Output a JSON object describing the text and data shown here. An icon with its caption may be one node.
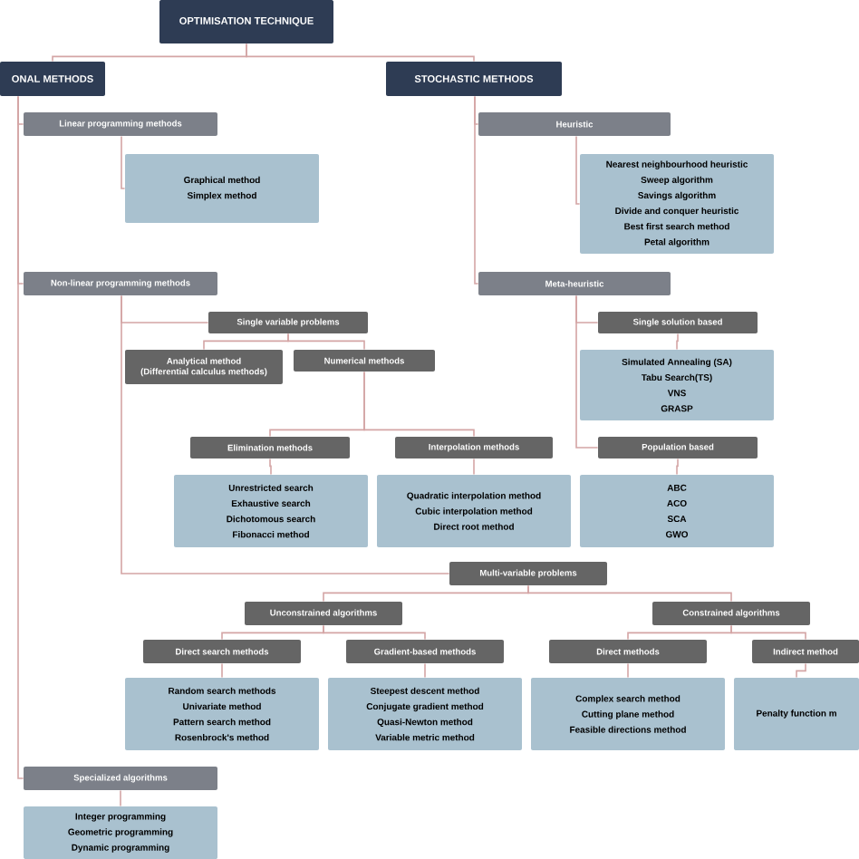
{
  "diagram": {
    "nodes": [
      {
        "text": [
          "OPTIMISATION TECHNIQUE"
        ]
      },
      {
        "text": [
          "ONAL METHODS"
        ]
      },
      {
        "text": [
          "STOCHASTIC METHODS"
        ]
      },
      {
        "text": [
          "Linear programming methods"
        ]
      },
      {
        "text": [
          "Graphical method",
          "Simplex method"
        ]
      },
      {
        "text": [
          "Heuristic"
        ]
      },
      {
        "text": [
          "Nearest neighbourhood heuristic",
          "Sweep algorithm",
          "Savings algorithm",
          "Divide and conquer heuristic",
          "Best first search method",
          "Petal algorithm"
        ]
      },
      {
        "text": [
          "Non-linear programming methods"
        ]
      },
      {
        "text": [
          "Meta-heuristic"
        ]
      },
      {
        "text": [
          "Single variable problems"
        ]
      },
      {
        "text": [
          "Analytical method",
          "(Differential calculus methods)"
        ]
      },
      {
        "text": [
          "Numerical methods"
        ]
      },
      {
        "text": [
          "Single solution based"
        ]
      },
      {
        "text": [
          "Simulated Annealing (SA)",
          "Tabu Search(TS)",
          "VNS",
          "GRASP"
        ]
      },
      {
        "text": [
          "Elimination methods"
        ]
      },
      {
        "text": [
          "Interpolation methods"
        ]
      },
      {
        "text": [
          "Population based"
        ]
      },
      {
        "text": [
          "Unrestricted search",
          "Exhaustive search",
          "Dichotomous search",
          "Fibonacci method"
        ]
      },
      {
        "text": [
          "Quadratic interpolation method",
          "Cubic interpolation method",
          "Direct root method"
        ]
      },
      {
        "text": [
          "ABC",
          "ACO",
          "SCA",
          "GWO"
        ]
      },
      {
        "text": [
          "Multi-variable problems"
        ]
      },
      {
        "text": [
          "Unconstrained algorithms"
        ]
      },
      {
        "text": [
          "Constrained algorithms"
        ]
      },
      {
        "text": [
          "Direct search methods"
        ]
      },
      {
        "text": [
          "Gradient-based methods"
        ]
      },
      {
        "text": [
          "Direct methods"
        ]
      },
      {
        "text": [
          "Indirect method"
        ]
      },
      {
        "text": [
          "Random search methods",
          "Univariate method",
          "Pattern search method",
          "Rosenbrock's method"
        ]
      },
      {
        "text": [
          "Steepest descent method",
          "Conjugate gradient method",
          "Quasi-Newton method",
          "Variable metric method"
        ]
      },
      {
        "text": [
          "Complex search method",
          "Cutting plane method",
          "Feasible directions method"
        ]
      },
      {
        "text": [
          "Penalty function m"
        ]
      },
      {
        "text": [
          "Specialized algorithms"
        ]
      },
      {
        "text": [
          "Integer programming",
          "Geometric programming",
          "Dynamic programming"
        ]
      }
    ],
    "edges": [
      {
        "from": 0,
        "to": 1,
        "arrow": "none"
      },
      {
        "from": 0,
        "to": 2,
        "arrow": "none"
      },
      {
        "from": 1,
        "to": 3,
        "arrow": "none"
      },
      {
        "from": 3,
        "to": 4,
        "arrow": "none"
      },
      {
        "from": 1,
        "to": 7,
        "arrow": "none"
      },
      {
        "from": 7,
        "to": 9,
        "arrow": "none"
      },
      {
        "from": 9,
        "to": 10,
        "arrow": "none"
      },
      {
        "from": 9,
        "to": 11,
        "arrow": "none"
      },
      {
        "from": 11,
        "to": 14,
        "arrow": "none"
      },
      {
        "from": 11,
        "to": 15,
        "arrow": "none"
      },
      {
        "from": 14,
        "to": 17,
        "arrow": "none"
      },
      {
        "from": 15,
        "to": 18,
        "arrow": "none"
      },
      {
        "from": 7,
        "to": 20,
        "arrow": "none"
      },
      {
        "from": 20,
        "to": 21,
        "arrow": "none"
      },
      {
        "from": 20,
        "to": 22,
        "arrow": "none"
      },
      {
        "from": 21,
        "to": 23,
        "arrow": "none"
      },
      {
        "from": 21,
        "to": 24,
        "arrow": "none"
      },
      {
        "from": 22,
        "to": 25,
        "arrow": "none"
      },
      {
        "from": 22,
        "to": 26,
        "arrow": "none"
      },
      {
        "from": 23,
        "to": 27,
        "arrow": "none"
      },
      {
        "from": 24,
        "to": 28,
        "arrow": "none"
      },
      {
        "from": 25,
        "to": 29,
        "arrow": "none"
      },
      {
        "from": 26,
        "to": 30,
        "arrow": "none"
      },
      {
        "from": 1,
        "to": 31,
        "arrow": "none"
      },
      {
        "from": 31,
        "to": 32,
        "arrow": "none"
      },
      {
        "from": 2,
        "to": 5,
        "arrow": "none"
      },
      {
        "from": 5,
        "to": 6,
        "arrow": "none"
      },
      {
        "from": 2,
        "to": 8,
        "arrow": "none"
      },
      {
        "from": 8,
        "to": 12,
        "arrow": "none"
      },
      {
        "from": 12,
        "to": 13,
        "arrow": "none"
      },
      {
        "from": 8,
        "to": 16,
        "arrow": "none"
      },
      {
        "from": 16,
        "to": 19,
        "arrow": "none"
      }
    ]
  }
}
